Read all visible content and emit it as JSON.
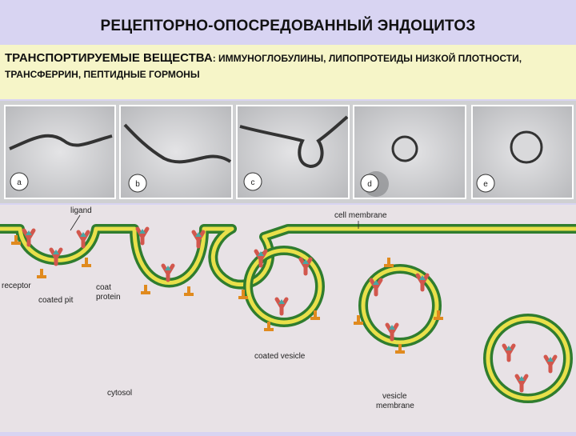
{
  "title": "РЕЦЕПТОРНО-ОПОСРЕДОВАННЫЙ ЭНДОЦИТОЗ",
  "subtitle": {
    "lead": "ТРАНСПОРТИРУЕМЫЕ ВЕЩЕСТВА",
    "rest": ": ИММУНОГЛОБУЛИНЫ, ЛИПОПРОТЕИДЫ НИЗКОЙ ПЛОТНОСТИ, ТРАНСФЕРРИН, ПЕПТИДНЫЕ ГОРМОНЫ"
  },
  "panels": [
    "a",
    "b",
    "c",
    "d",
    "e"
  ],
  "diagram_labels": {
    "ligand": "ligand",
    "cell_membrane": "cell membrane",
    "receptor": "receptor",
    "coated_pit": "coated pit",
    "coat_protein_1": "coat",
    "coat_protein_2": "protein",
    "coated_vesicle": "coated vesicle",
    "cytosol": "cytosol",
    "vesicle_membrane_1": "vesicle",
    "vesicle_membrane_2": "membrane"
  },
  "colors": {
    "membrane_outer": "#2f7d2f",
    "membrane_inner": "#e9e04a",
    "coat_protein": "#e08a1e",
    "receptor": "#d2574d",
    "ligand": "#4aa6a3"
  }
}
